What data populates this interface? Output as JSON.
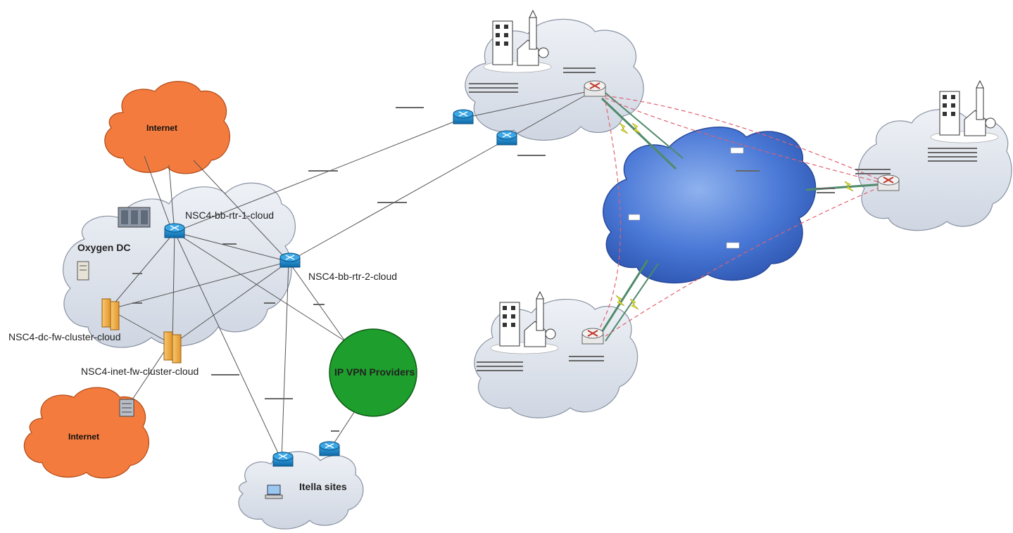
{
  "colors": {
    "internet_cloud": "#f47b3e",
    "site_cloud": "#dde3ec",
    "provider_cloud": "#3f6fd0",
    "ipvpn_circle": "#1e9e2c",
    "router_blue": "#1a86c9",
    "firewall": "#f2b24a",
    "link_dashed": "#e06070",
    "link_green": "#4f8a6a"
  },
  "labels": {
    "internet_top": "Internet",
    "internet_bottom": "Internet",
    "oxygen_dc": "Oxygen DC",
    "bb_rtr_1": "NSC4-bb-rtr-1-cloud",
    "bb_rtr_2": "NSC4-bb-rtr-2-cloud",
    "dc_fw_cluster": "NSC4-dc-fw-cluster-cloud",
    "inet_fw_cluster": "NSC4-inet-fw-cluster-cloud",
    "ipvpn_providers": "IP VPN Providers",
    "itella_sites": "Itella sites"
  },
  "icons": [
    "internet-cloud",
    "router-icon",
    "firewall-icon",
    "server-icon",
    "building-icon",
    "workstation-icon",
    "lightning-icon"
  ]
}
